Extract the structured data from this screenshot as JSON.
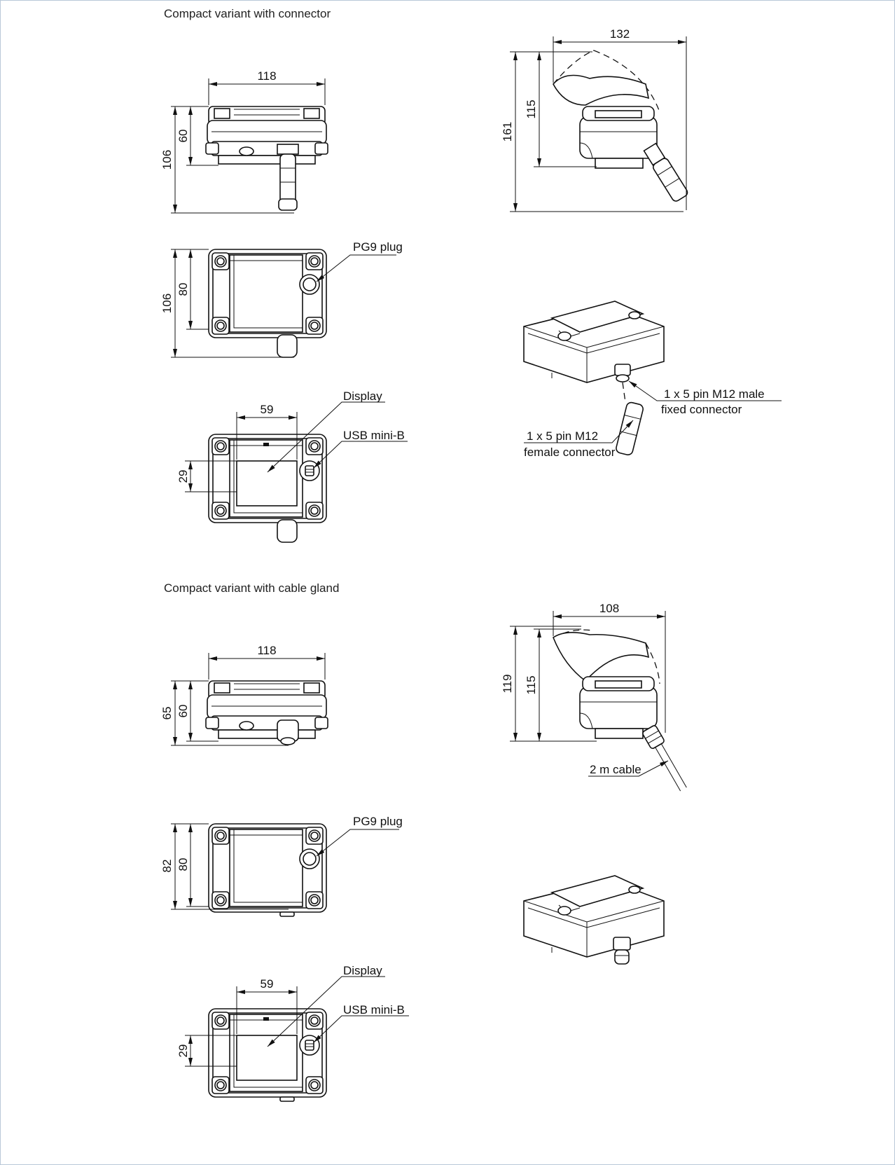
{
  "sections": [
    {
      "title": "Compact variant with connector",
      "front_width": "118",
      "front_height_total": "106",
      "front_height_body": "60",
      "top_height_total": "106",
      "top_height_body": "80",
      "top_plug_label": "PG9 plug",
      "bottom_width_display": "59",
      "bottom_height_display": "29",
      "display_label": "Display",
      "usb_label": "USB mini-B",
      "side_width": "132",
      "side_height_total": "161",
      "side_height_body": "115",
      "iso_label_male_1": "1 x 5 pin M12 male",
      "iso_label_male_2": "fixed connector",
      "iso_label_female_1": "1 x 5 pin M12",
      "iso_label_female_2": "female connector"
    },
    {
      "title": "Compact variant with cable gland",
      "front_width": "118",
      "front_height_total": "65",
      "front_height_body": "60",
      "top_height_total": "82",
      "top_height_body": "80",
      "top_plug_label": "PG9 plug",
      "bottom_width_display": "59",
      "bottom_height_display": "29",
      "display_label": "Display",
      "usb_label": "USB mini-B",
      "side_width": "108",
      "side_height_total": "119",
      "side_height_body": "115",
      "side_cable_label": "2 m cable"
    }
  ]
}
